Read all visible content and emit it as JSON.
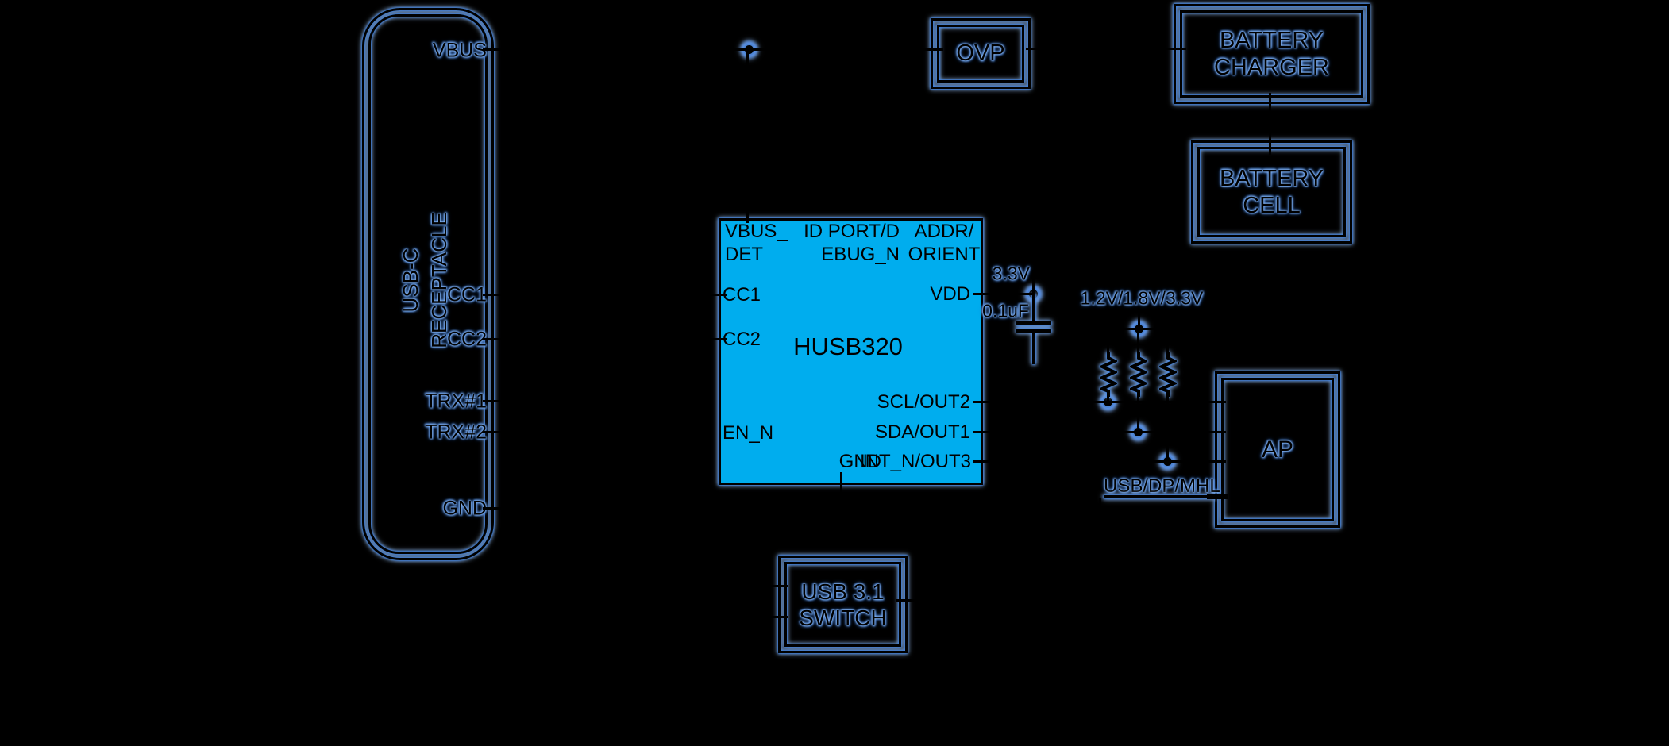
{
  "colors": {
    "background": "#000000",
    "chip_fill": "#00ADEE",
    "glow_blue": "#4E86D6",
    "line_black": "#000000"
  },
  "receptacle": {
    "title_line1": "USB-C",
    "title_line2": "RECEPTACLE",
    "pins": {
      "vbus": "VBUS",
      "cc1": "CC1",
      "cc2": "CC2",
      "trx1": "TRX#1",
      "trx2": "TRX#2",
      "gnd": "GND"
    }
  },
  "chip": {
    "name": "HUSB320",
    "pins": {
      "vbus_det_l1": "VBUS_",
      "vbus_det_l2": "DET",
      "id_debug_l1": "ID PORT/D",
      "id_debug_l2": "EBUG_N",
      "addr_orient_l1": "ADDR/",
      "addr_orient_l2": "ORIENT",
      "cc1": "CC1",
      "cc2": "CC2",
      "en_n": "EN_N",
      "vdd": "VDD",
      "scl": "SCL/OUT2",
      "sda": "SDA/OUT1",
      "int": "INT_N/OUT3",
      "gnd": "GND"
    }
  },
  "blocks": {
    "ovp": "OVP",
    "charger_l1": "BATTERY",
    "charger_l2": "CHARGER",
    "cell_l1": "BATTERY",
    "cell_l2": "CELL",
    "ap": "AP",
    "switch_l1": "USB 3.1",
    "switch_l2": "SWITCH"
  },
  "nets": {
    "v33": "3.3V",
    "cap_value": "0.1uF",
    "rail": "1.2V/1.8V/3.3V",
    "bus": "USB/DP/MHL"
  }
}
